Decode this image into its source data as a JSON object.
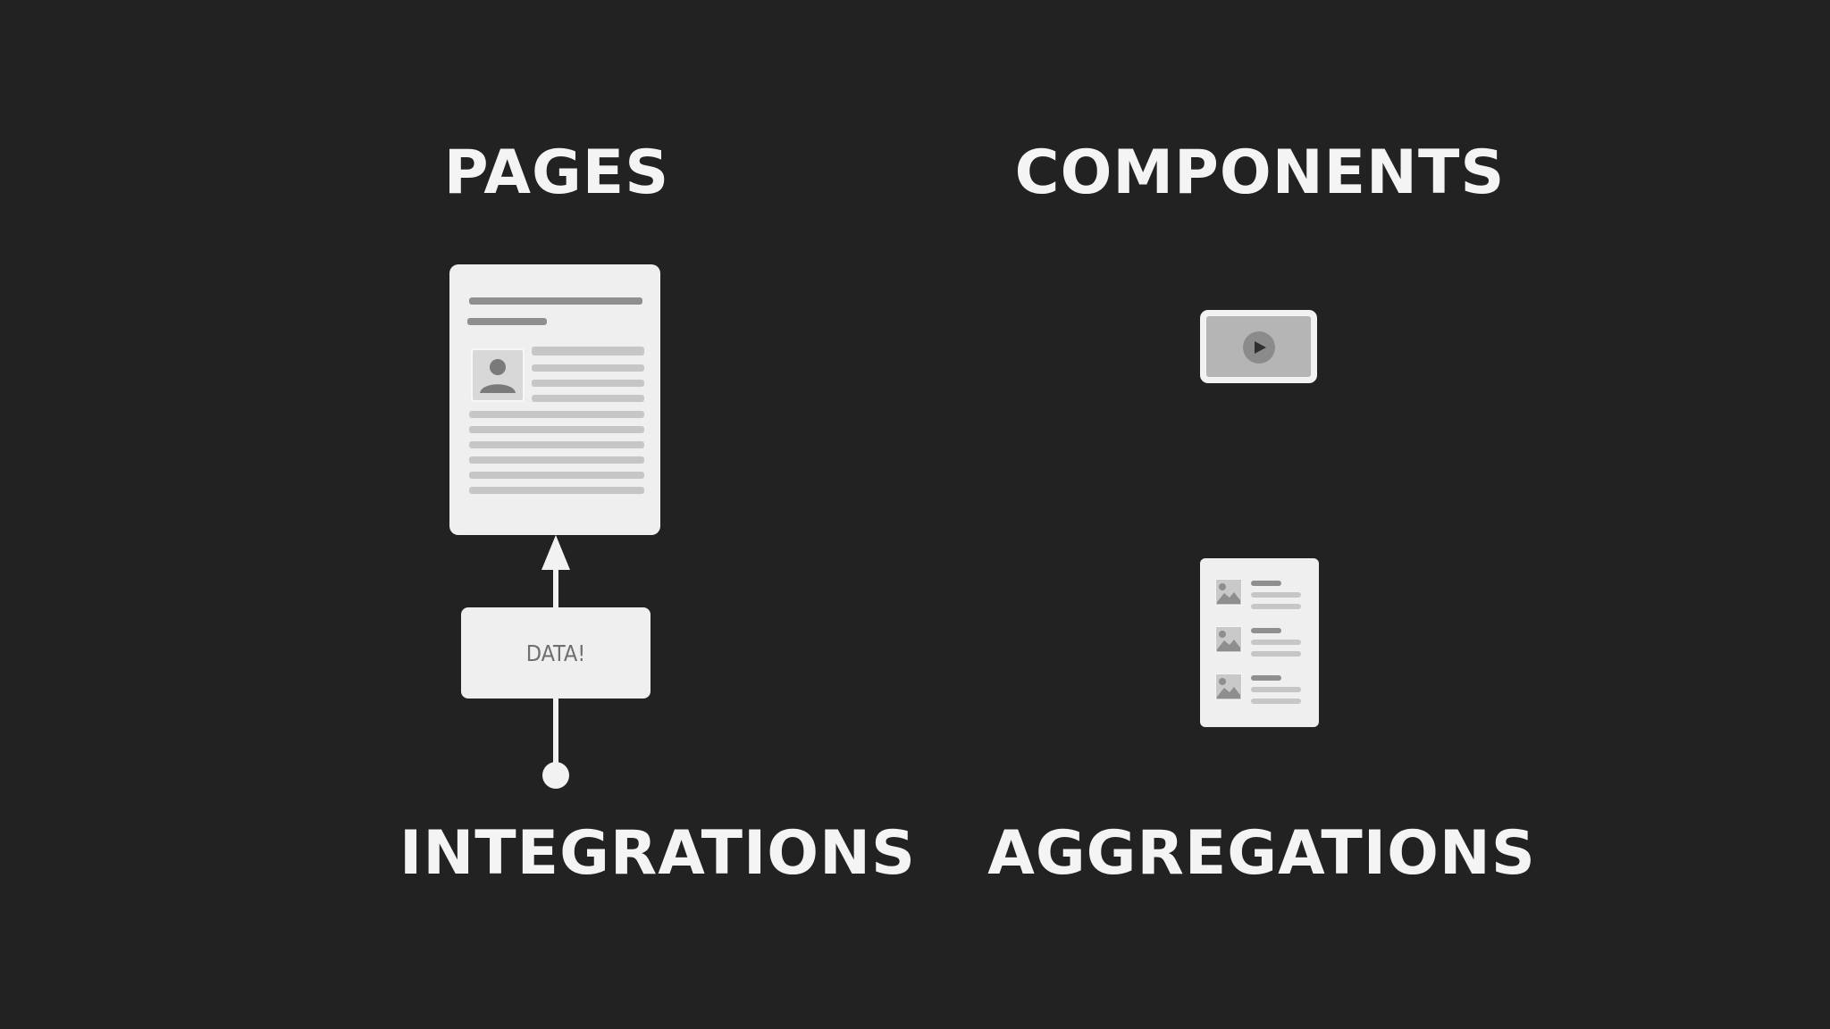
{
  "headings": {
    "pages": "PAGES",
    "components": "COMPONENTS",
    "integrations": "INTEGRATIONS",
    "aggregations": "AGGREGATIONS"
  },
  "data_label": "DATA!",
  "icons": {
    "page": "document-page-icon",
    "avatar": "user-avatar-icon",
    "video": "video-player-icon",
    "play": "play-icon",
    "list": "list-component-icon",
    "thumb": "image-thumbnail-icon"
  },
  "colors": {
    "background": "#222222",
    "text": "#f4f4f4",
    "card": "#efefef",
    "placeholder_dark": "#8f8f8f",
    "placeholder_light": "#c6c6c6"
  }
}
